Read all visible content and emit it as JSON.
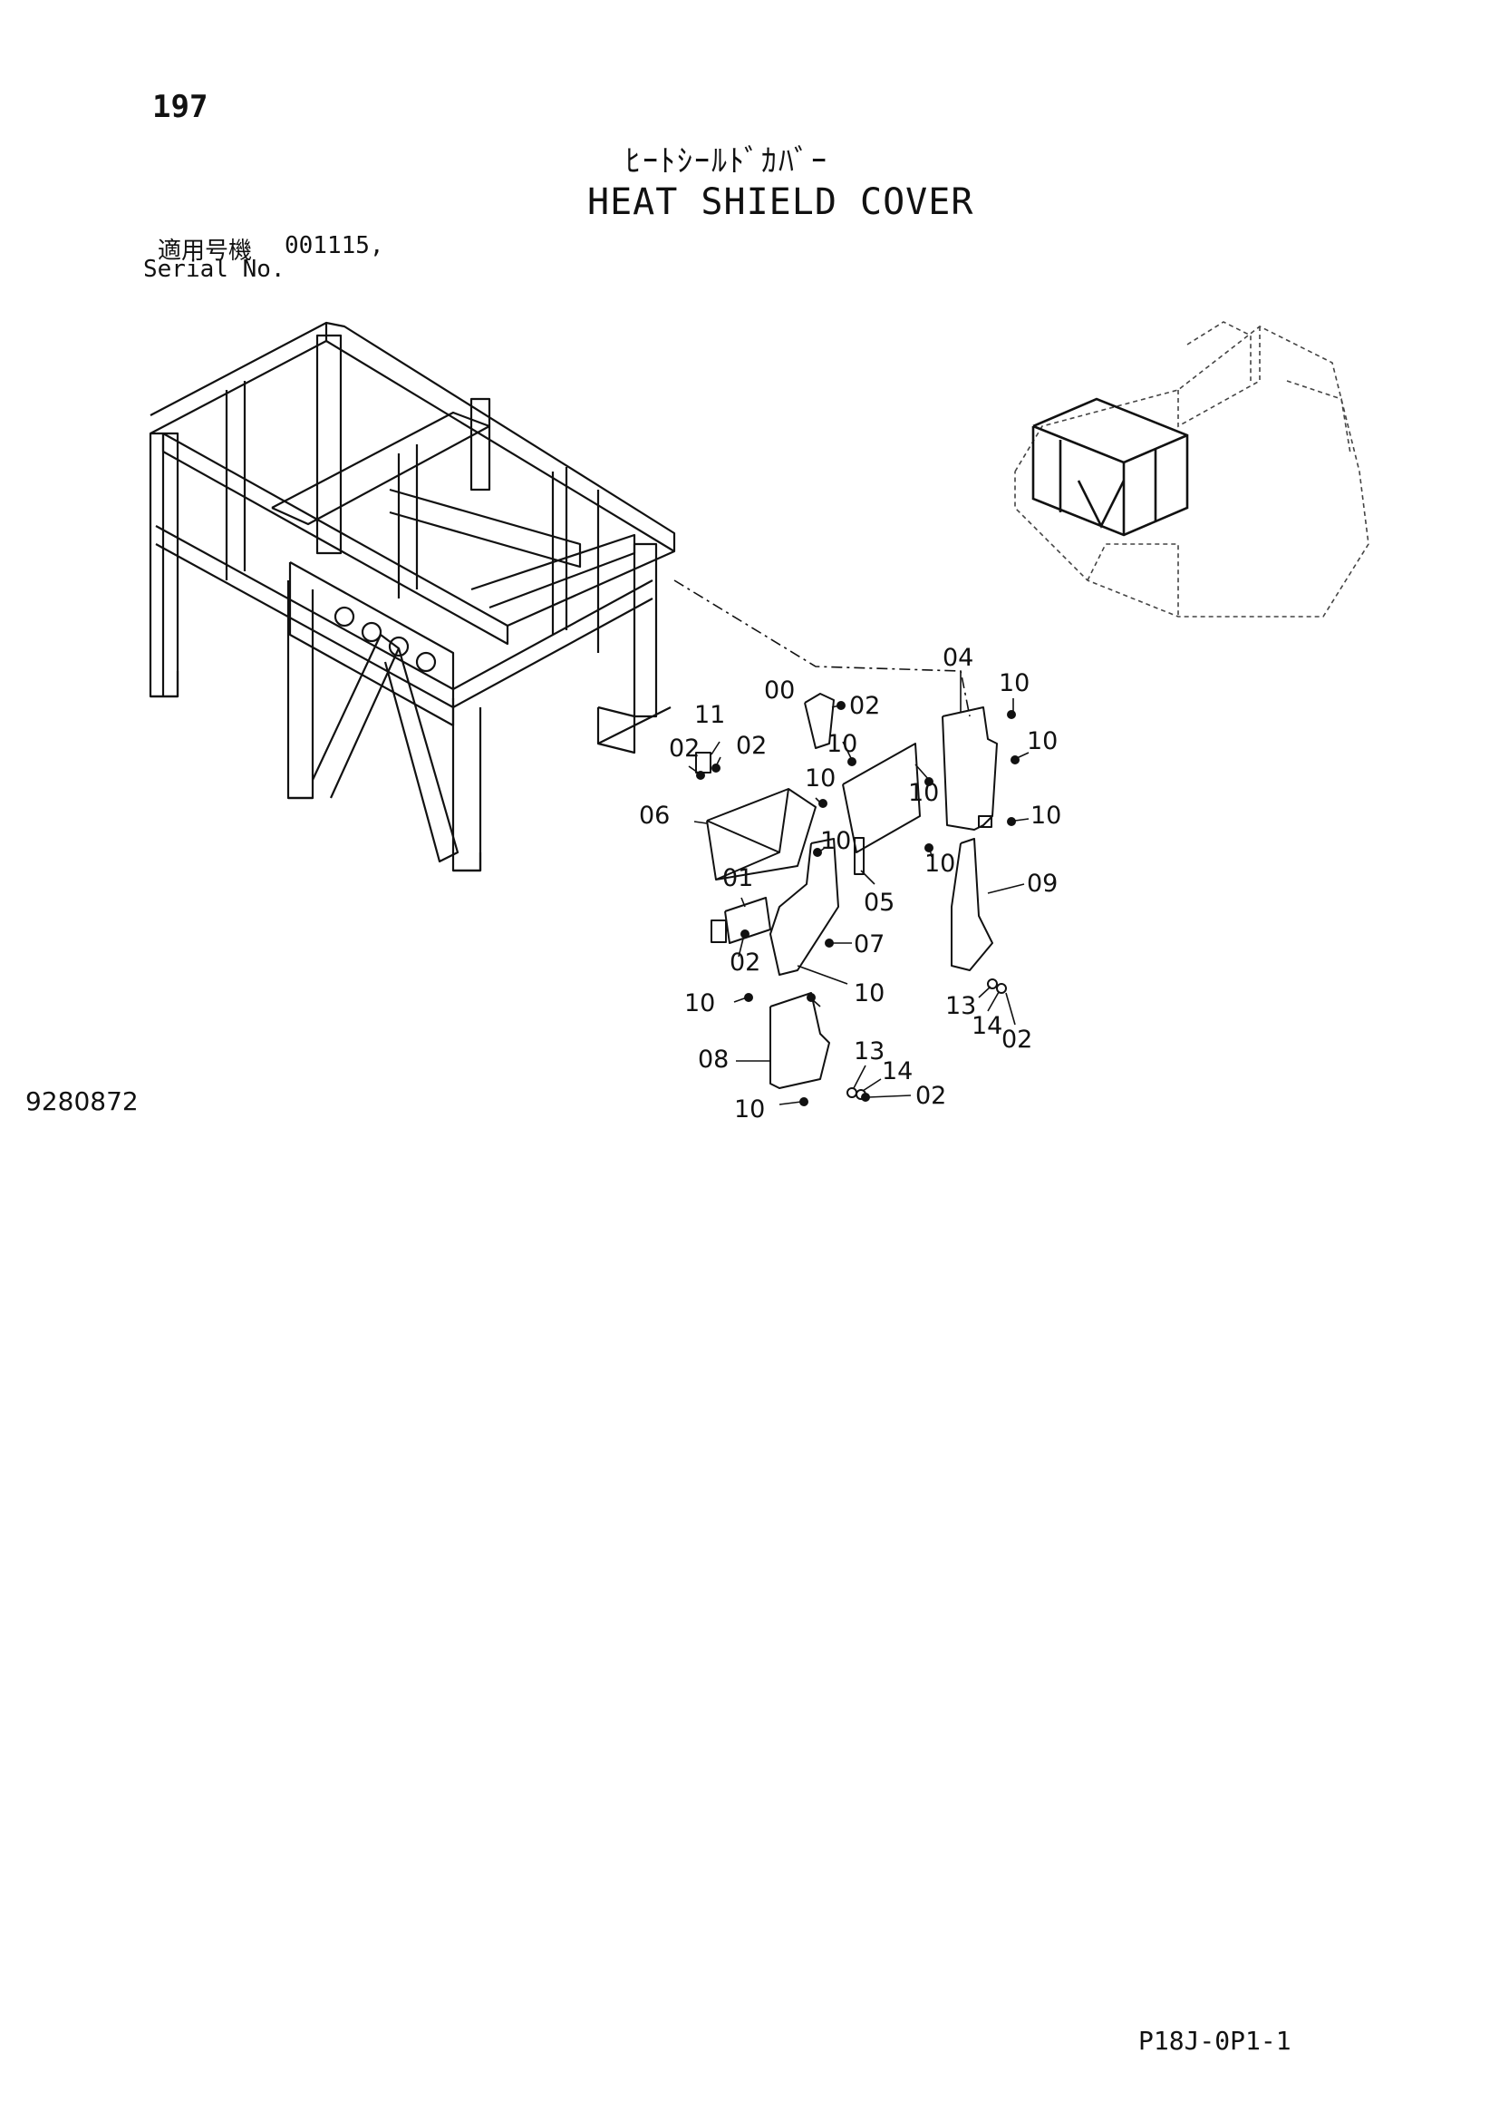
{
  "header": {
    "page_number": "197",
    "title_jp": "ﾋｰﾄｼｰﾙﾄﾞｶﾊﾞｰ",
    "title_en": "HEAT SHIELD COVER",
    "serial_label_jp": "適用号機",
    "serial_value": "001115,",
    "serial_label_en": "Serial No."
  },
  "drawing": {
    "number": "9280872",
    "callouts": [
      {
        "label": "00"
      },
      {
        "label": "02"
      },
      {
        "label": "04"
      },
      {
        "label": "10"
      },
      {
        "label": "11"
      },
      {
        "label": "02"
      },
      {
        "label": "02"
      },
      {
        "label": "10"
      },
      {
        "label": "10"
      },
      {
        "label": "10"
      },
      {
        "label": "10"
      },
      {
        "label": "06"
      },
      {
        "label": "10"
      },
      {
        "label": "10"
      },
      {
        "label": "05"
      },
      {
        "label": "09"
      },
      {
        "label": "01"
      },
      {
        "label": "10"
      },
      {
        "label": "02"
      },
      {
        "label": "07"
      },
      {
        "label": "10"
      },
      {
        "label": "10"
      },
      {
        "label": "13"
      },
      {
        "label": "14"
      },
      {
        "label": "02"
      },
      {
        "label": "08"
      },
      {
        "label": "13"
      },
      {
        "label": "14"
      },
      {
        "label": "02"
      },
      {
        "label": "10"
      }
    ]
  },
  "footer": {
    "page_code": "P18J-0P1-1"
  },
  "colors": {
    "ink": "#111111",
    "paper": "#ffffff"
  }
}
